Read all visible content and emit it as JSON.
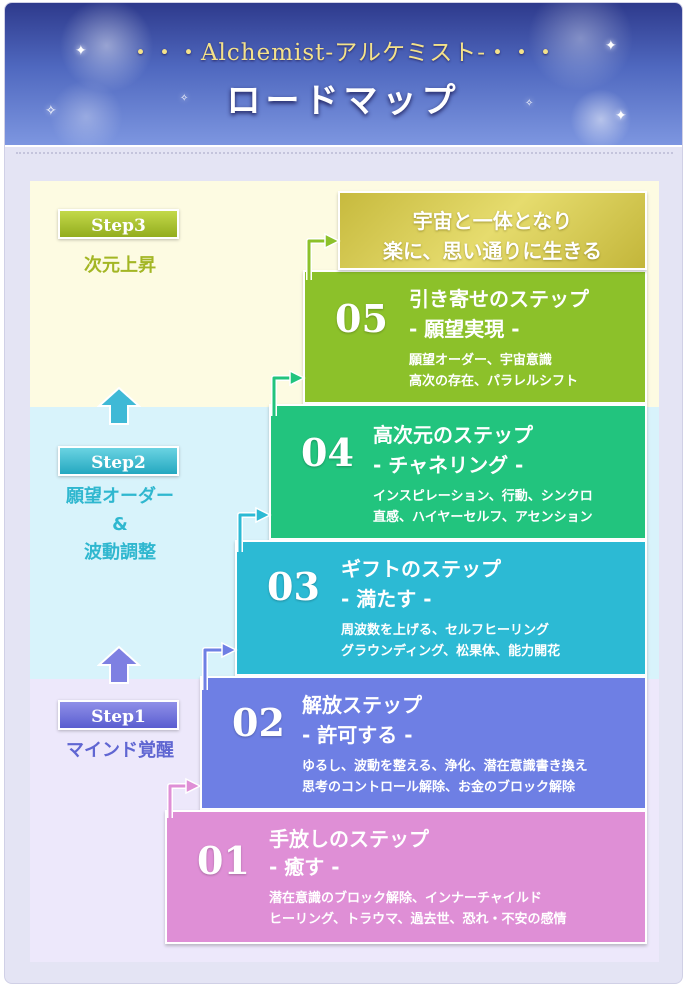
{
  "header": {
    "subtitle": "・・・Alchemist-アルケミスト-・・・",
    "title": "ロードマップ"
  },
  "phases": [
    {
      "badge": "Step3",
      "label_lines": [
        "次元上昇"
      ],
      "color": "#a3b624"
    },
    {
      "badge": "Step2",
      "label_lines": [
        "願望オーダー",
        "&",
        "波動調整"
      ],
      "color": "#2fb7cf"
    },
    {
      "badge": "Step1",
      "label_lines": [
        "マインド覚醒"
      ],
      "color": "#6066d2"
    }
  ],
  "goal": {
    "lines": [
      "宇宙と一体となり",
      "楽に、思い通りに生きる"
    ],
    "color": "#d4c84e"
  },
  "steps": [
    {
      "num": "05",
      "title": "引き寄せのステップ",
      "subtitle": "- 願望実現 -",
      "desc": [
        "願望オーダー、宇宙意識",
        "高次の存在、パラレルシフト"
      ],
      "color": "#8cc12a"
    },
    {
      "num": "04",
      "title": "高次元のステップ",
      "subtitle": "- チャネリング -",
      "desc": [
        "インスピレーション、行動、シンクロ",
        "直感、ハイヤーセルフ、アセンション"
      ],
      "color": "#22c47e"
    },
    {
      "num": "03",
      "title": "ギフトのステップ",
      "subtitle": "- 満たす -",
      "desc": [
        "周波数を上げる、セルフヒーリング",
        "グラウンディング、松果体、能力開花"
      ],
      "color": "#2cbad4"
    },
    {
      "num": "02",
      "title": "解放ステップ",
      "subtitle": "- 許可する -",
      "desc": [
        "ゆるし、波動を整える、浄化、潜在意識書き換え",
        "思考のコントロール解除、お金のブロック解除"
      ],
      "color": "#6e7fe4"
    },
    {
      "num": "01",
      "title": "手放しのステップ",
      "subtitle": "- 癒す -",
      "desc": [
        "潜在意識のブロック解除、インナーチャイルド",
        "ヒーリング、トラウマ、過去世、恐れ・不安の感情"
      ],
      "color": "#df8fd6"
    }
  ]
}
